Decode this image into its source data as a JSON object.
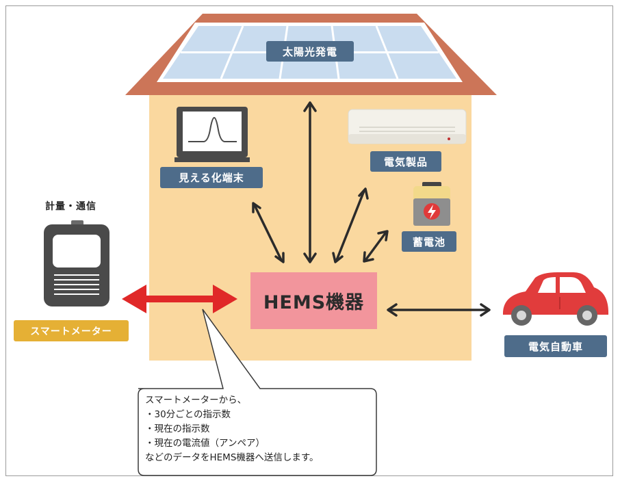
{
  "labels": {
    "solar": "太陽光発電",
    "display_terminal": "見える化端末",
    "appliances": "電気製品",
    "storage_battery": "蓄電池",
    "hems": "HEMS機器",
    "ev": "電気自動車",
    "smart_meter": "スマートメーター",
    "meter_caption": "計量・通信"
  },
  "note": {
    "intro": "スマートメーターから、",
    "items": [
      "・30分ごとの指示数",
      "・現在の指示数",
      "・現在の電流値（アンペア）"
    ],
    "outro": "などのデータをHEMS機器へ送信します。"
  },
  "colors": {
    "house_wall": "#fad89f",
    "roof": "#cc7558",
    "solar_panel": "#c9dcef",
    "hems_box": "#f2959c",
    "label_blue": "#4e6c8a",
    "label_gold": "#e5b035",
    "meter_arrow": "#e02828",
    "car": "#e13c3c"
  },
  "icons": [
    "solar-panel-icon",
    "display-terminal-icon",
    "air-conditioner-icon",
    "battery-icon",
    "smart-meter-icon",
    "car-icon"
  ]
}
